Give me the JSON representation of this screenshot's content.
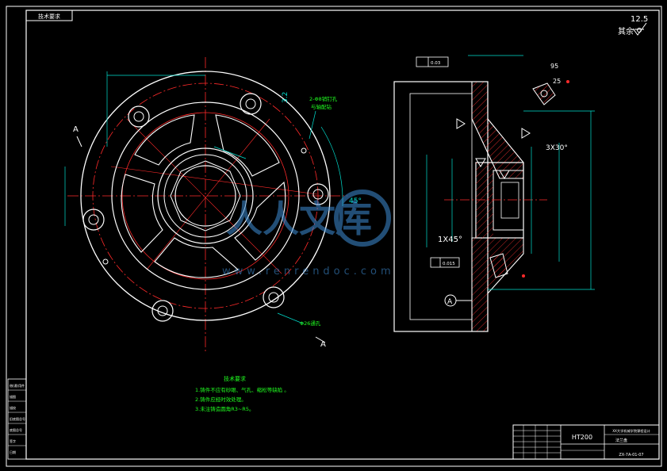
{
  "colors": {
    "background": "#000000",
    "outline": "#ffffff",
    "centerline": "#ff2a2a",
    "dimension": "#00e0d0",
    "note": "#20ff20",
    "hatch": "#ff3030",
    "watermark": "#3f8fd8"
  },
  "top_left_tag": "技术要求",
  "roughness": {
    "value": "12.5",
    "label": "其余"
  },
  "front_view": {
    "note_holes": "2-Φ8销钉孔",
    "note_holes_sub": "与轴配钻",
    "angle_label": "45°",
    "roughness_small": "3.2",
    "thread_note": "Φ26通孔",
    "section_label": "A"
  },
  "side_view": {
    "chamfer_label": "1X45°",
    "chamfer_label_2": "3X30°",
    "tolerance_1": "0.03",
    "tolerance_2": "0.015",
    "datum_label": "A",
    "detail_95": "95",
    "detail_25": "25"
  },
  "tech_notes": {
    "title": "技术要求",
    "lines": [
      "1.铸件不应有砂眼、气孔、缩松等缺陷 。",
      "2.铸件应经时效处理。",
      "3.未注铸造圆角R3~R5。"
    ]
  },
  "title_block": {
    "material": "HT200",
    "school": "XX大学机械学院课程设计",
    "part_name": "法兰盘",
    "drawing_no": "ZX-7A-01-07"
  },
  "left_strip": [
    "借(通)用件",
    "描图",
    "描校",
    "旧底图总号",
    "底图总号",
    "签字",
    "日期"
  ],
  "watermark": {
    "text": "人人文库",
    "url": "www.renrendoc.com"
  }
}
